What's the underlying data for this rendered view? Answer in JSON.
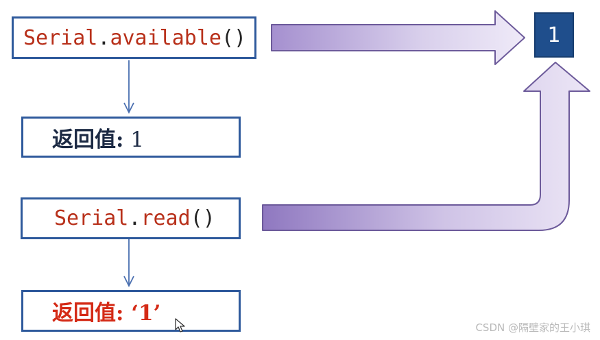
{
  "colors": {
    "box_border": "#2f5a9c",
    "code_red": "#b8301a",
    "code_black": "#222222",
    "text_blue_black": "#1c2a44",
    "highlight_red": "#d42a16",
    "badge_fill": "#1f4e8c",
    "arrow_fill": "#b7a7d6",
    "arrow_stroke": "#6c5a9a",
    "connector": "#4a6fb0"
  },
  "boxes": {
    "available": {
      "object": "Serial",
      "dot": ".",
      "method": "available",
      "parens": "()"
    },
    "return1": {
      "label": "返回值:",
      "value": " 1"
    },
    "read": {
      "object": "Serial",
      "dot": ".",
      "method": "read",
      "parens": "()"
    },
    "return2": {
      "text": "返回值: ‘1’"
    }
  },
  "badge": {
    "text": "1"
  },
  "watermark": {
    "text": "CSDN @隔壁家的王小琪"
  }
}
